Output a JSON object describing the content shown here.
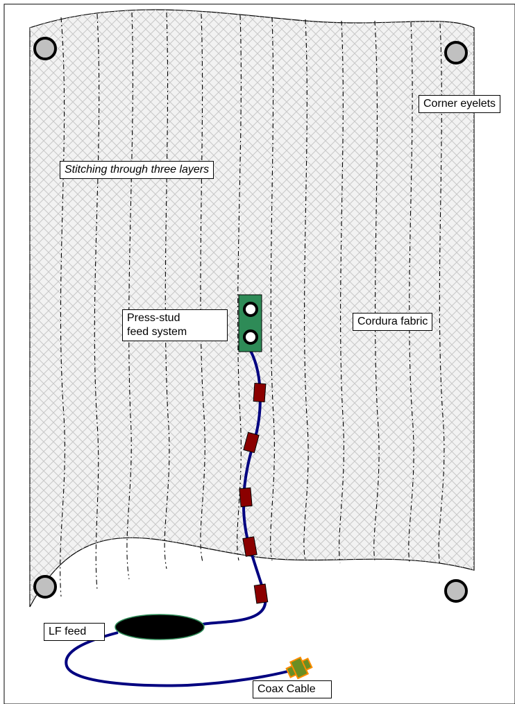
{
  "labels": {
    "corner_eyelets": "Corner eyelets",
    "stitching": "Stitching through three layers",
    "press_stud_line1": "Press-stud",
    "press_stud_line2": "feed system",
    "cordura": "Cordura fabric",
    "lf_feed": "LF feed",
    "coax_cable": "Coax Cable"
  },
  "colors": {
    "fabric_fill": "#f2f2f2",
    "fabric_mesh": "#c8c8c8",
    "eyelet_fill": "#c0c0c0",
    "feed_block": "#2e8b57",
    "cable": "#000080",
    "cable_bead": "#8b0000",
    "lf_feed_body": "#000000",
    "lf_feed_outline": "#2e8b57",
    "coax_connector": "#6b8e23",
    "coax_connector_outline": "#ff8c00"
  },
  "counts": {
    "eyelets": 4,
    "press_studs": 2,
    "cable_beads": 5
  }
}
